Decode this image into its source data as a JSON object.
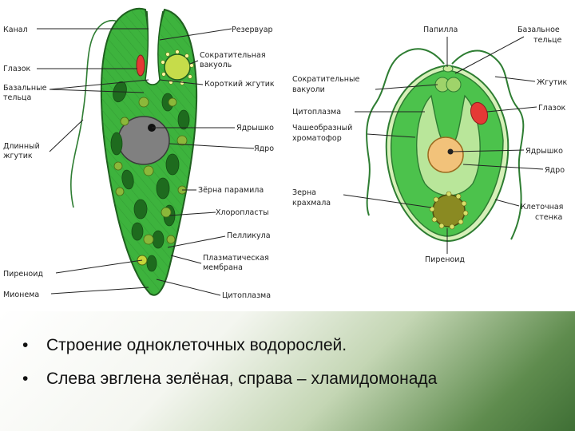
{
  "euglena_labels": {
    "kanal": "Канал",
    "glazok": "Глазок",
    "bazalnye1": "Базальные",
    "bazalnye2": "тельца",
    "dlinny1": "Длинный",
    "dlinny2": "жгутик",
    "pirenoid": "Пиреноид",
    "mionema": "Мионема",
    "rezervuar": "Резервуар",
    "sokr1": "Сократительная",
    "sokr2": "вакуоль",
    "korotky": "Короткий жгутик",
    "yadryshko": "Ядрышко",
    "yadro": "Ядро",
    "zerna": "Зёрна парамила",
    "hloroplasty": "Хлоропласты",
    "pellikula": "Пелликула",
    "plazm1": "Плазматическая",
    "plazm2": "мембрана",
    "citoplazma": "Цитоплазма"
  },
  "chlamy_labels": {
    "sokr1": "Сократительные",
    "sokr2": "вакуоли",
    "citoplazma": "Цитоплазма",
    "chash1": "Чашеобразный",
    "chash2": "хроматофор",
    "zerna1": "Зерна",
    "zerna2": "крахмала",
    "papilla": "Папилла",
    "bazal1": "Базальное",
    "bazal2": "тельце",
    "zhgutik": "Жгутик",
    "glazok": "Глазок",
    "yadryshko": "Ядрышко",
    "yadro": "Ядро",
    "stenka1": "Клеточная",
    "stenka2": "стенка",
    "pirenoid": "Пиреноид"
  },
  "caption": {
    "line1": "Строение одноклеточных водорослей.",
    "line2": "Слева эвглена зелёная, справа – хламидомонада",
    "bullet": "•"
  }
}
